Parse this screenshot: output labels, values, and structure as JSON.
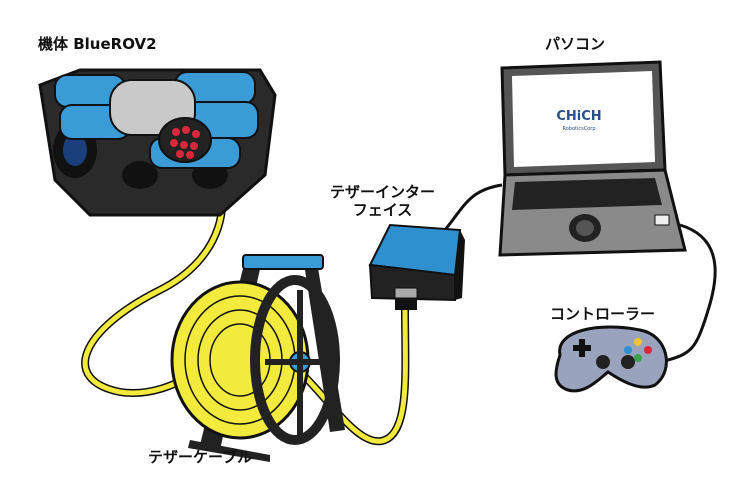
{
  "labels": {
    "rov": "機体 BlueROV2",
    "pc": "パソコン",
    "tether_interface_line1": "テザーインター",
    "tether_interface_line2": "フェイス",
    "controller": "コントローラー",
    "tether_cable": "テザーケーブル"
  },
  "screen_logo": {
    "main": "CHiCH",
    "sub": "RoboticsCorp"
  },
  "colors": {
    "rov_blue": "#3a9bd6",
    "cable_yellow": "#f2ea3c",
    "interface_blue": "#2f8fcf",
    "laptop_gray": "#8a8a8a",
    "controller_gray": "#9aa3bd",
    "outline": "#111111"
  }
}
